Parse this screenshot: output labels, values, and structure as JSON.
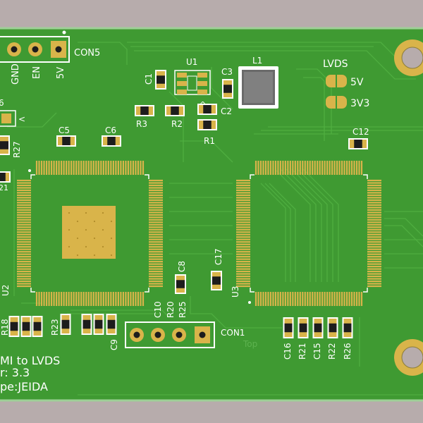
{
  "colors": {
    "background": "#b7acac",
    "board": "#3f9a32",
    "board_edge": "#9dd096",
    "trace": "#4aa83c",
    "pad_gold": "#d9b44a",
    "silkscreen": "#ffffff"
  },
  "connectors": {
    "con5": {
      "ref": "CON5",
      "pins": [
        "GND",
        "EN",
        "5V"
      ]
    },
    "con1": {
      "ref": "CON1"
    }
  },
  "jumper": {
    "title": "LVDS",
    "opt_5v": "5V",
    "opt_3v3": "3V3"
  },
  "refs": {
    "u1": "U1",
    "l1": "L1",
    "u2": "U2",
    "u3": "U3",
    "c1": "C1",
    "c2": "C2",
    "c3": "C3",
    "c5": "C5",
    "c6": "C6",
    "c8": "C8",
    "c9": "C9",
    "c10": "C10",
    "c12": "C12",
    "c15": "C15",
    "c16": "C16",
    "c17": "C17",
    "r1": "R1",
    "r2": "R2",
    "r3": "R3",
    "r18": "R18",
    "r20": "R20",
    "r21": "R21",
    "r21b": "21",
    "r22": "R22",
    "r23": "R23",
    "r25": "R25",
    "r26": "R26",
    "r27": "R27",
    "edge6": "6"
  },
  "notes": {
    "line1": "MI to LVDS",
    "line2": "r: 3.3",
    "line3": "pe:JEIDA",
    "faint": "Top"
  }
}
